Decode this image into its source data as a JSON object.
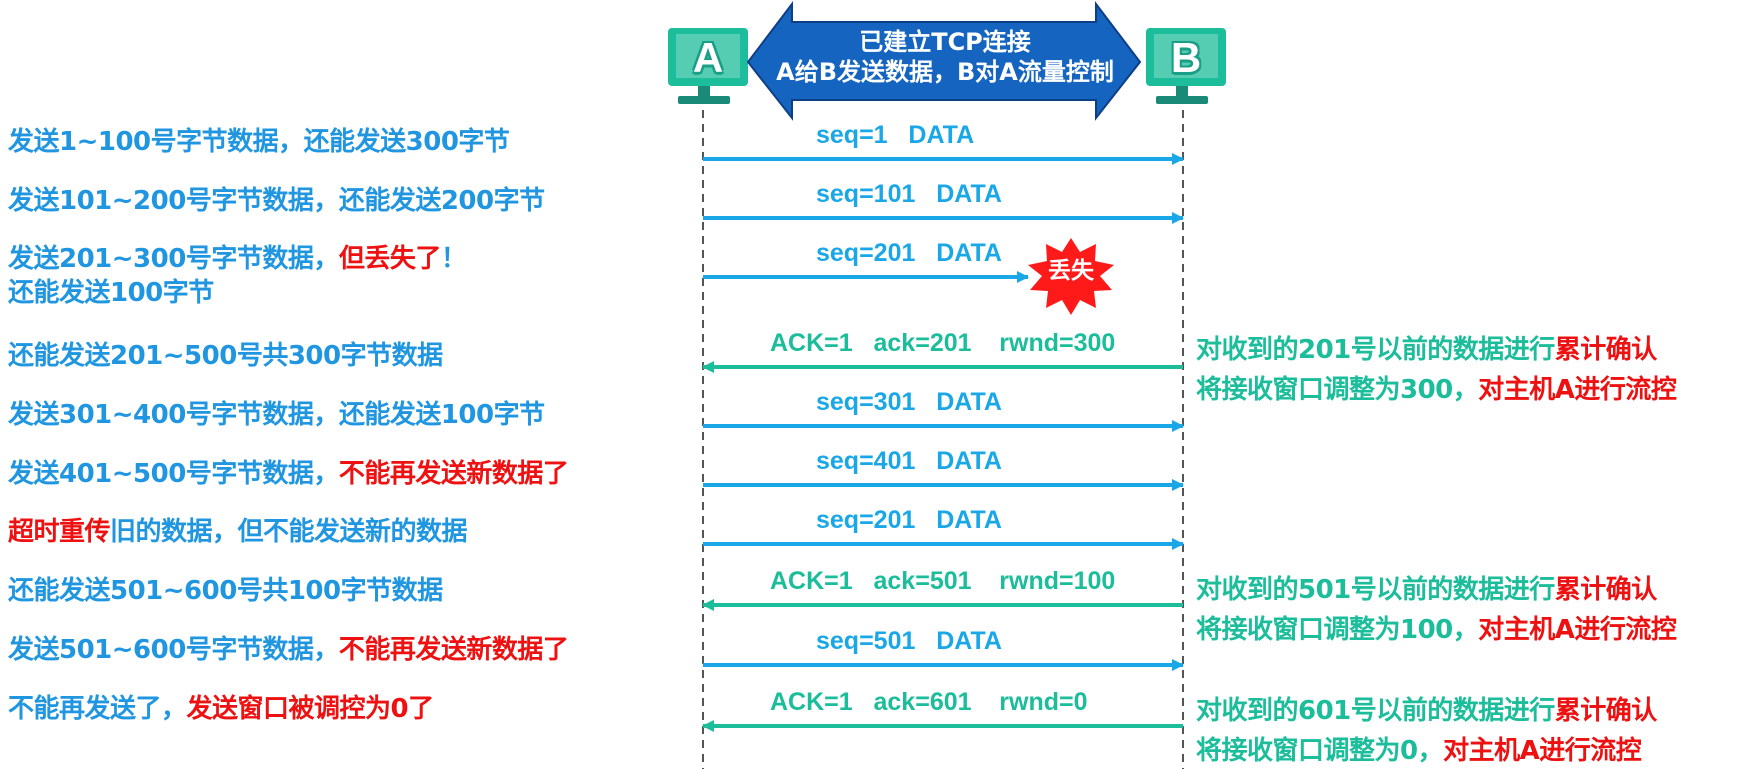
{
  "colors": {
    "blue": "#1aa7e8",
    "teal": "#1bbd9a",
    "red": "#ee1111",
    "banner": "#1565c0"
  },
  "hosts": {
    "a": "A",
    "b": "B"
  },
  "banner": {
    "line1": "已建立TCP连接",
    "line2": "A给B发送数据，B对A流量控制"
  },
  "lost_label": "丢失",
  "left_notes": [
    {
      "parts": [
        {
          "text": "发送1~100号字节数据，还能发送300字节",
          "color": "blue"
        }
      ]
    },
    {
      "parts": [
        {
          "text": "发送101~200号字节数据，还能发送200字节",
          "color": "blue"
        }
      ]
    },
    {
      "parts": [
        {
          "text": "发送201~300号字节数据，",
          "color": "blue"
        },
        {
          "text": "但丢失了",
          "color": "red"
        },
        {
          "text": "！",
          "color": "blue"
        }
      ]
    },
    {
      "parts": [
        {
          "text": "还能发送100字节",
          "color": "blue"
        }
      ]
    },
    {
      "parts": [
        {
          "text": "还能发送201~500号共300字节数据",
          "color": "blue"
        }
      ]
    },
    {
      "parts": [
        {
          "text": "发送301~400号字节数据，还能发送100字节",
          "color": "blue"
        }
      ]
    },
    {
      "parts": [
        {
          "text": "发送401~500号字节数据，",
          "color": "blue"
        },
        {
          "text": "不能再发送新数据了",
          "color": "red"
        }
      ]
    },
    {
      "parts": [
        {
          "text": "超时重传",
          "color": "red"
        },
        {
          "text": "旧的数据，但不能发送新的数据",
          "color": "blue"
        }
      ]
    },
    {
      "parts": [
        {
          "text": "还能发送501~600号共100字节数据",
          "color": "blue"
        }
      ]
    },
    {
      "parts": [
        {
          "text": "发送501~600号字节数据，",
          "color": "blue"
        },
        {
          "text": "不能再发送新数据了",
          "color": "red"
        }
      ]
    },
    {
      "parts": [
        {
          "text": "不能再发送了，",
          "color": "blue"
        },
        {
          "text": "发送窗口被调控为0了",
          "color": "red"
        }
      ]
    }
  ],
  "messages": [
    {
      "label": "seq=1   DATA",
      "dir": "A->B",
      "color": "blue"
    },
    {
      "label": "seq=101   DATA",
      "dir": "A->B",
      "color": "blue"
    },
    {
      "label": "seq=201   DATA",
      "dir": "A->B",
      "color": "blue",
      "lost": true
    },
    {
      "label": "ACK=1   ack=201    rwnd=300",
      "dir": "B->A",
      "color": "teal"
    },
    {
      "label": "seq=301   DATA",
      "dir": "A->B",
      "color": "blue"
    },
    {
      "label": "seq=401   DATA",
      "dir": "A->B",
      "color": "blue"
    },
    {
      "label": "seq=201   DATA",
      "dir": "A->B",
      "color": "blue"
    },
    {
      "label": "ACK=1   ack=501    rwnd=100",
      "dir": "B->A",
      "color": "teal"
    },
    {
      "label": "seq=501   DATA",
      "dir": "A->B",
      "color": "blue"
    },
    {
      "label": "ACK=1   ack=601    rwnd=0",
      "dir": "B->A",
      "color": "teal"
    }
  ],
  "right_notes": [
    {
      "line1": [
        {
          "text": "对收到的201号以前的数据进行",
          "color": "teal"
        },
        {
          "text": "累计确认",
          "color": "red"
        }
      ],
      "line2": [
        {
          "text": "将接收窗口调整为300，",
          "color": "teal"
        },
        {
          "text": "对主机A进行流控",
          "color": "red"
        }
      ]
    },
    {
      "line1": [
        {
          "text": "对收到的501号以前的数据进行",
          "color": "teal"
        },
        {
          "text": "累计确认",
          "color": "red"
        }
      ],
      "line2": [
        {
          "text": "将接收窗口调整为100，",
          "color": "teal"
        },
        {
          "text": "对主机A进行流控",
          "color": "red"
        }
      ]
    },
    {
      "line1": [
        {
          "text": "对收到的601号以前的数据进行",
          "color": "teal"
        },
        {
          "text": "累计确认",
          "color": "red"
        }
      ],
      "line2": [
        {
          "text": "将接收窗口调整为0，",
          "color": "teal"
        },
        {
          "text": "对主机A进行流控",
          "color": "red"
        }
      ]
    }
  ]
}
